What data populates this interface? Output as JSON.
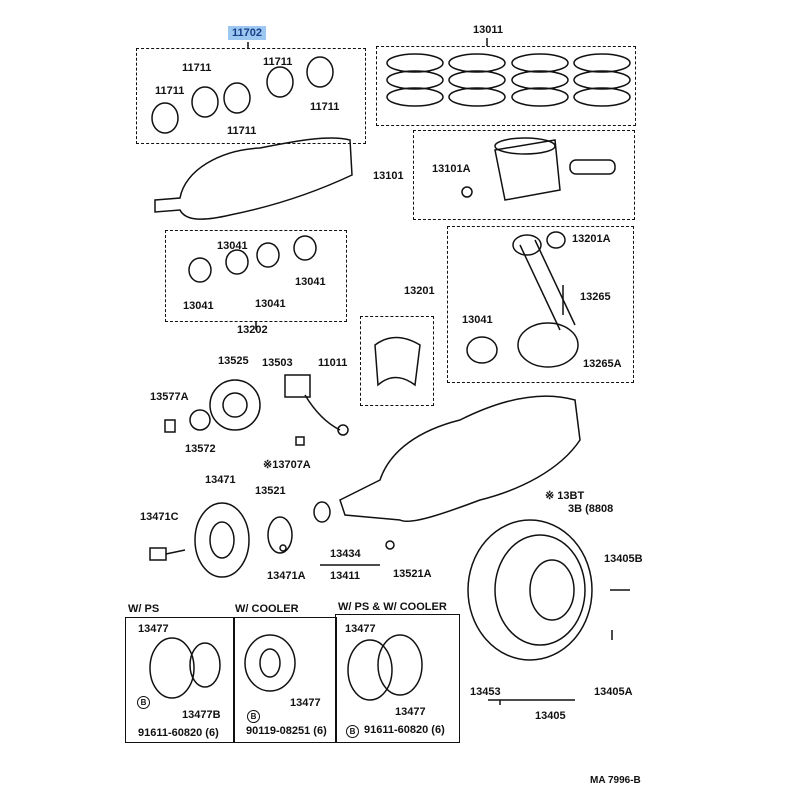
{
  "highlighted_part": "11702",
  "labels": {
    "p11711a": "11711",
    "p11711b": "11711",
    "p11711c": "11711",
    "p11711d": "11711",
    "p11711e": "11711",
    "p13011": "13011",
    "p13101": "13101",
    "p13101A": "13101A",
    "p13041a": "13041",
    "p13041b": "13041",
    "p13041c": "13041",
    "p13041d": "13041",
    "p13041e": "13041",
    "p13202": "13202",
    "p13201": "13201",
    "p13201A": "13201A",
    "p13265": "13265",
    "p13265A": "13265A",
    "p11011": "11011",
    "p13525": "13525",
    "p13503": "13503",
    "p13577A": "13577A",
    "p13572": "13572",
    "p13707A": "※13707A",
    "note1": "※ 13BT",
    "note2": "3B (8808",
    "p13471": "13471",
    "p13521": "13521",
    "p13471C": "13471C",
    "p13434": "13434",
    "p13471A": "13471A",
    "p13411": "13411",
    "p13521A": "13521A",
    "p13405B": "13405B",
    "p13453": "13453",
    "p13405": "13405",
    "p13405A": "13405A"
  },
  "variants": [
    {
      "title": "W/ PS",
      "parts": [
        "13477",
        "13477B",
        "91611-60820 (6)"
      ]
    },
    {
      "title": "W/ COOLER",
      "parts": [
        "13477",
        "90119-08251 (6)"
      ]
    },
    {
      "title": "W/ PS & W/ COOLER",
      "parts": [
        "13477",
        "13477",
        "91611-60820 (6)"
      ]
    }
  ],
  "bolt_marker": "B",
  "footer_code": "MA 7996-B"
}
